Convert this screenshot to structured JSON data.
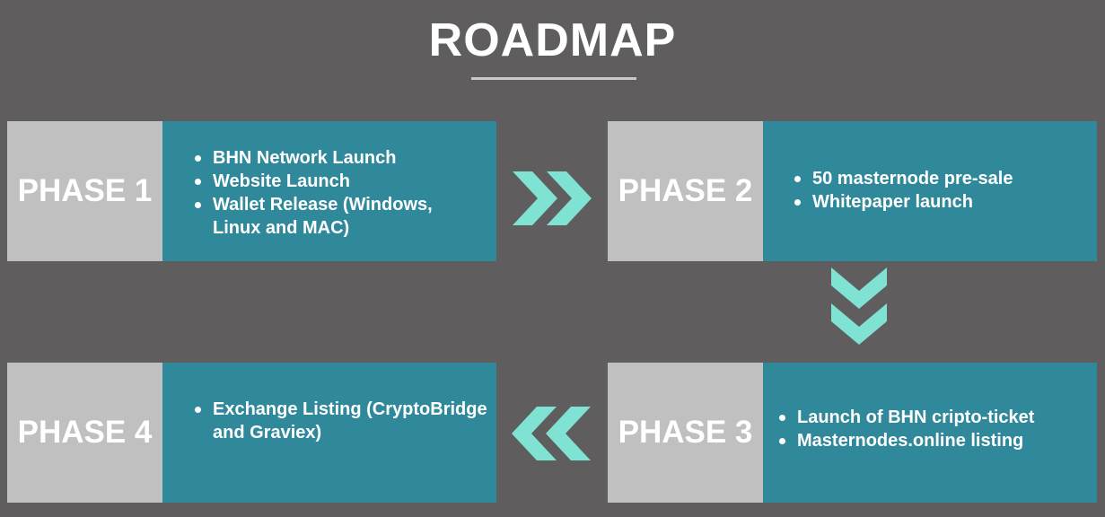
{
  "title": "ROADMAP",
  "colors": {
    "background": "#5f5d5e",
    "label_panel": "#c0c0c0",
    "body_panel": "#2f899b",
    "arrow": "#7fe2d3",
    "underline": "#c9c9c9"
  },
  "phases": [
    {
      "label": "PHASE 1",
      "items": [
        "BHN Network Launch",
        "Website Launch",
        "Wallet Release (Windows, Linux and MAC)"
      ]
    },
    {
      "label": "PHASE 2",
      "items": [
        "50 masternode pre-sale",
        "Whitepaper launch"
      ]
    },
    {
      "label": "PHASE 3",
      "items": [
        "Launch of BHN cripto-ticket",
        "Masternodes.online listing"
      ]
    },
    {
      "label": "PHASE 4",
      "items": [
        "Exchange Listing (CryptoBridge and Graviex)"
      ]
    }
  ],
  "arrows": [
    {
      "icon": "double-chevron-right-icon",
      "from": "PHASE 1",
      "to": "PHASE 2"
    },
    {
      "icon": "double-chevron-down-icon",
      "from": "PHASE 2",
      "to": "PHASE 3"
    },
    {
      "icon": "double-chevron-left-icon",
      "from": "PHASE 3",
      "to": "PHASE 4"
    }
  ]
}
